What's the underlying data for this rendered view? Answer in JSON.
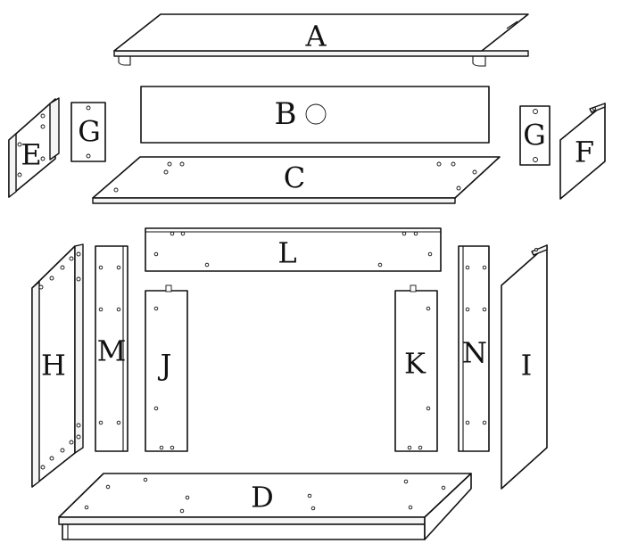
{
  "parts": {
    "A": "A",
    "B": "B",
    "C": "C",
    "D": "D",
    "E": "E",
    "F": "F",
    "G_left": "G",
    "G_right": "G",
    "H": "H",
    "I": "I",
    "J": "J",
    "K": "K",
    "L": "L",
    "M": "M",
    "N": "N"
  }
}
